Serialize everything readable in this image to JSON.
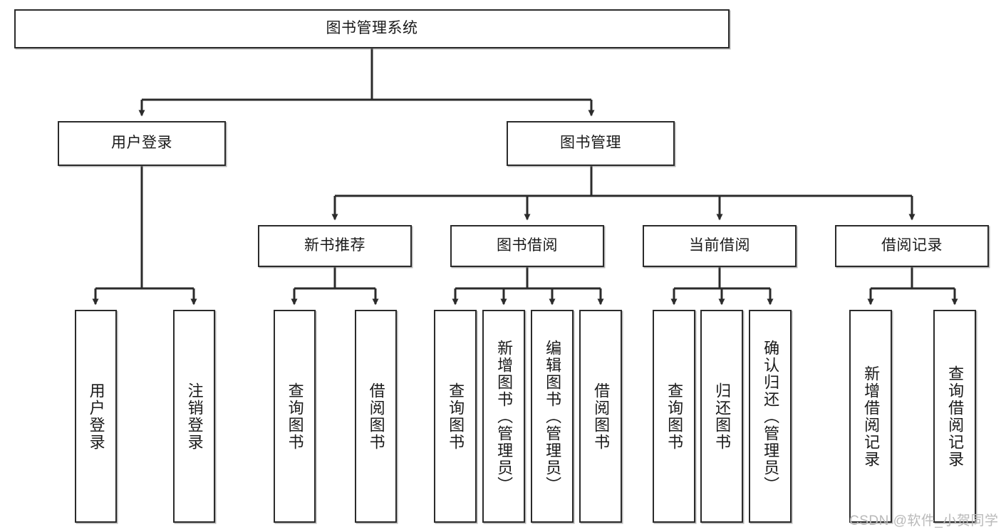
{
  "diagram": {
    "type": "tree-hierarchy",
    "title": "图书管理系统",
    "watermark": "CSDN @软件_小贺同学",
    "colors": {
      "box_border": "#2b2b2b",
      "box_fill": "#ffffff",
      "connector": "#2b2b2b",
      "watermark": "#b9b9b9",
      "background": "#ffffff"
    },
    "levels": {
      "root": {
        "label": "图书管理系统"
      },
      "level2": [
        {
          "label": "用户登录"
        },
        {
          "label": "图书管理"
        }
      ],
      "level3": [
        {
          "label": "新书推荐"
        },
        {
          "label": "图书借阅"
        },
        {
          "label": "当前借阅"
        },
        {
          "label": "借阅记录"
        }
      ],
      "leaves": {
        "user_login": [
          {
            "label": "用户登录"
          },
          {
            "label": "注销登录"
          }
        ],
        "new_book_recommend": [
          {
            "label": "查询图书"
          },
          {
            "label": "借阅图书"
          }
        ],
        "book_borrow": [
          {
            "label": "查询图书"
          },
          {
            "label": "新增图书（管理员）"
          },
          {
            "label": "编辑图书（管理员）"
          },
          {
            "label": "借阅图书"
          }
        ],
        "current_borrow": [
          {
            "label": "查询图书"
          },
          {
            "label": "归还图书"
          },
          {
            "label": "确认归还（管理员）"
          }
        ],
        "borrow_record": [
          {
            "label": "新增借阅记录"
          },
          {
            "label": "查询借阅记录"
          }
        ]
      }
    }
  }
}
